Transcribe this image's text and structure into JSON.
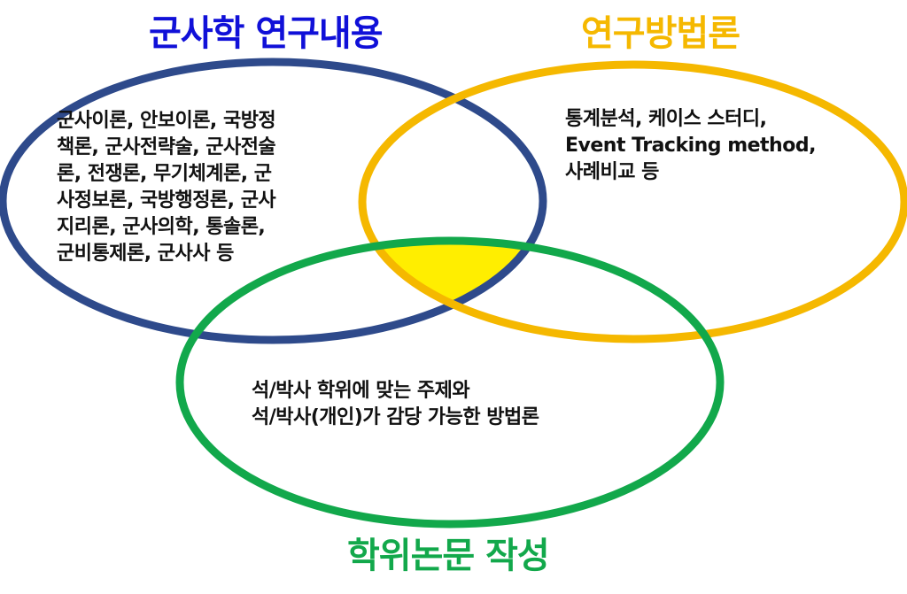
{
  "colors": {
    "military": "#2E4A8B",
    "method": "#F5B800",
    "thesis": "#12A84B",
    "overlap": "#FFEE00",
    "military_title": "#1010D8",
    "method_title": "#F5B800",
    "thesis_title": "#12A84B"
  },
  "military": {
    "title": "군사학 연구내용",
    "lines": [
      "군사이론, 안보이론, 국방정",
      "책론, 군사전략술, 군사전술",
      "론, 전쟁론, 무기체계론, 군",
      "사정보론, 국방행정론, 군사",
      "지리론, 군사의학, 통솔론,",
      "군비통제론, 군사사 등"
    ]
  },
  "method": {
    "title": "연구방법론",
    "lines": [
      "통계분석, 케이스 스터디,",
      "Event Tracking method,",
      "사례비교 등"
    ]
  },
  "thesis": {
    "title": "학위논문 작성",
    "lines": [
      "석/박사 학위에 맞는 주제와",
      "석/박사(개인)가 감당 가능한 방법론"
    ]
  }
}
